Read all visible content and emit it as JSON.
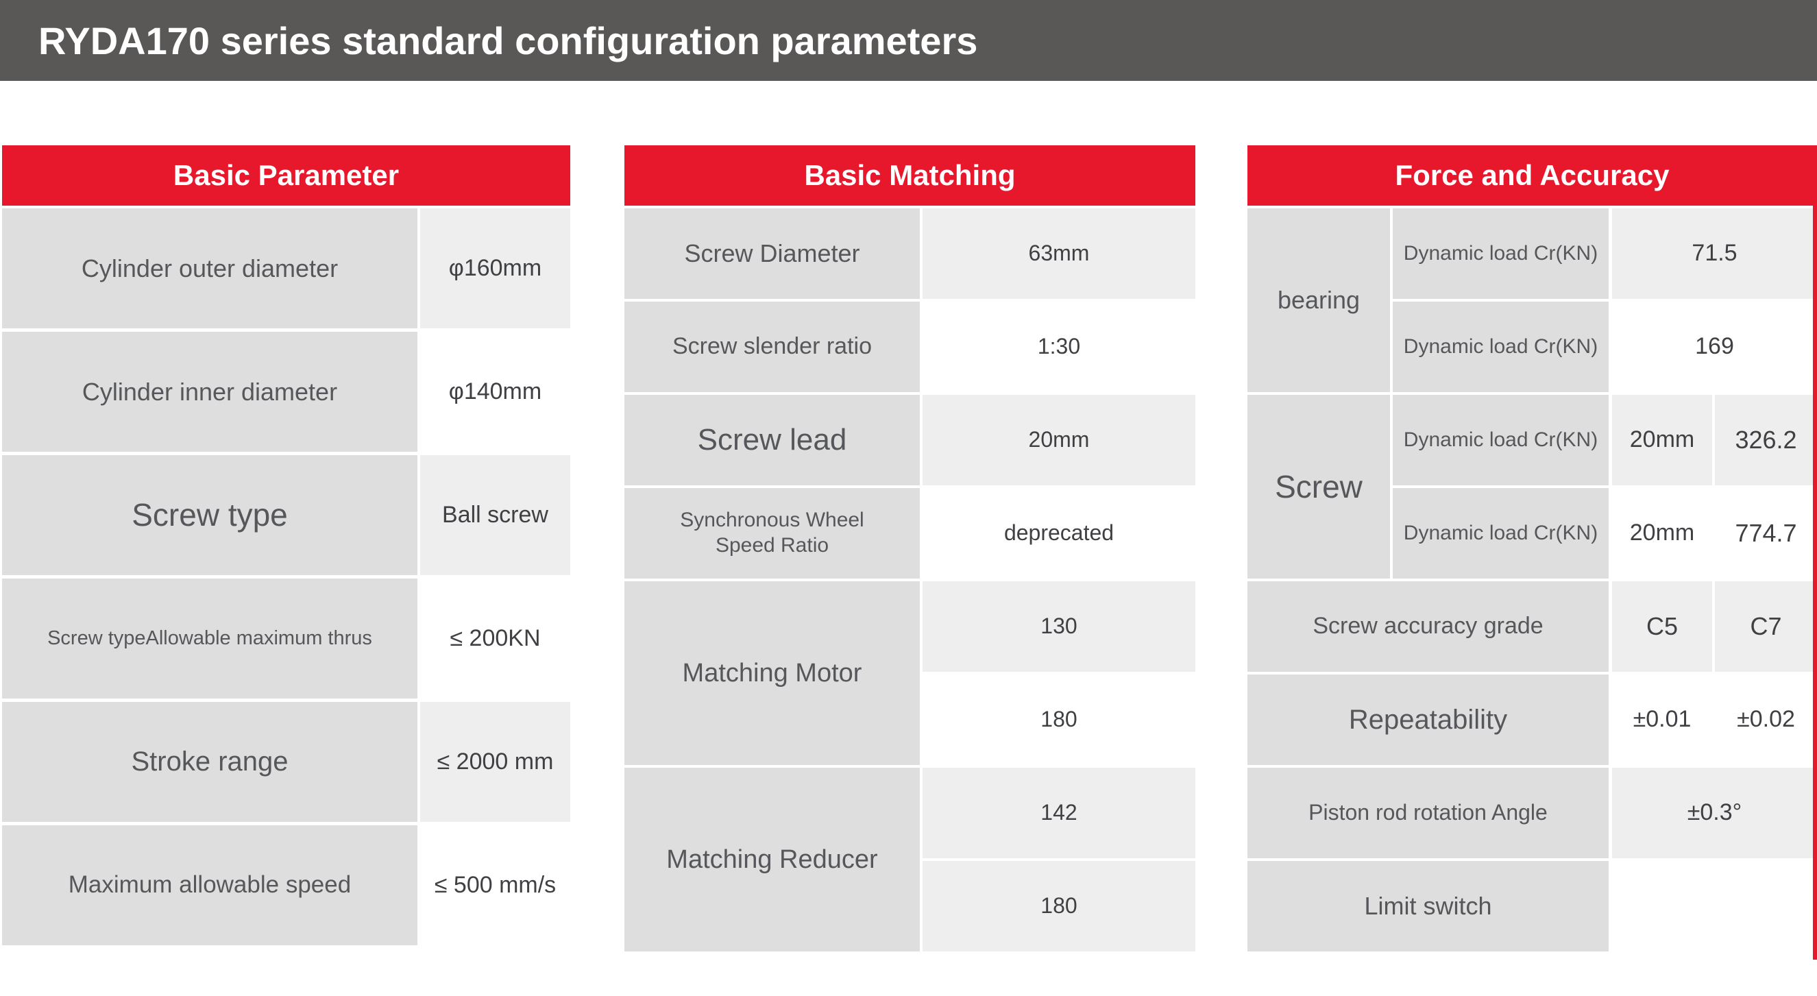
{
  "page": {
    "title": "RYDA170 series standard configuration parameters",
    "colors": {
      "accent_red": "#e7182c",
      "title_bar_gray": "#5a5757",
      "label_cell_gray": "#dedede",
      "value_cell_light": "#eeeeee"
    }
  },
  "tables": {
    "basic_parameter": {
      "title": "Basic Parameter",
      "rows": [
        {
          "label": "Cylinder outer diameter",
          "value": "φ160mm"
        },
        {
          "label": "Cylinder inner diameter",
          "value": "φ140mm"
        },
        {
          "label": "Screw type",
          "value": "Ball screw"
        },
        {
          "label": "Screw typeAllowable maximum thrus",
          "value": "≤ 200KN"
        },
        {
          "label": "Stroke range",
          "value": "≤ 2000 mm"
        },
        {
          "label": "Maximum allowable speed",
          "value": "≤ 500 mm/s"
        }
      ]
    },
    "basic_matching": {
      "title": "Basic Matching",
      "rows": [
        {
          "label": "Screw Diameter",
          "value": "63mm"
        },
        {
          "label": "Screw slender ratio",
          "value": "1:30"
        },
        {
          "label": "Screw lead",
          "value": "20mm"
        },
        {
          "label": "Synchronous Wheel Speed Ratio",
          "value": "deprecated"
        }
      ],
      "matching_motor": {
        "label": "Matching Motor",
        "values": [
          "130",
          "180"
        ]
      },
      "matching_reducer": {
        "label": "Matching Reducer",
        "values": [
          "142",
          "180"
        ]
      }
    },
    "force_and_accuracy": {
      "title": "Force and Accuracy",
      "bearing": {
        "label": "bearing",
        "rows": [
          {
            "param": "Dynamic load Cr(KN)",
            "value": "71.5"
          },
          {
            "param": "Dynamic load Cr(KN)",
            "value": "169"
          }
        ]
      },
      "screw": {
        "label": "Screw",
        "rows": [
          {
            "param": "Dynamic load Cr(KN)",
            "size": "20mm",
            "value": "326.2"
          },
          {
            "param": "Dynamic load Cr(KN)",
            "size": "20mm",
            "value": "774.7"
          }
        ]
      },
      "rows": [
        {
          "label": "Screw accuracy grade",
          "values": [
            "C5",
            "C7"
          ]
        },
        {
          "label": "Repeatability",
          "values": [
            "±0.01",
            "±0.02"
          ]
        },
        {
          "label": "Piston rod rotation Angle",
          "value": "±0.3°"
        },
        {
          "label": "Limit switch",
          "value": ""
        }
      ]
    }
  }
}
